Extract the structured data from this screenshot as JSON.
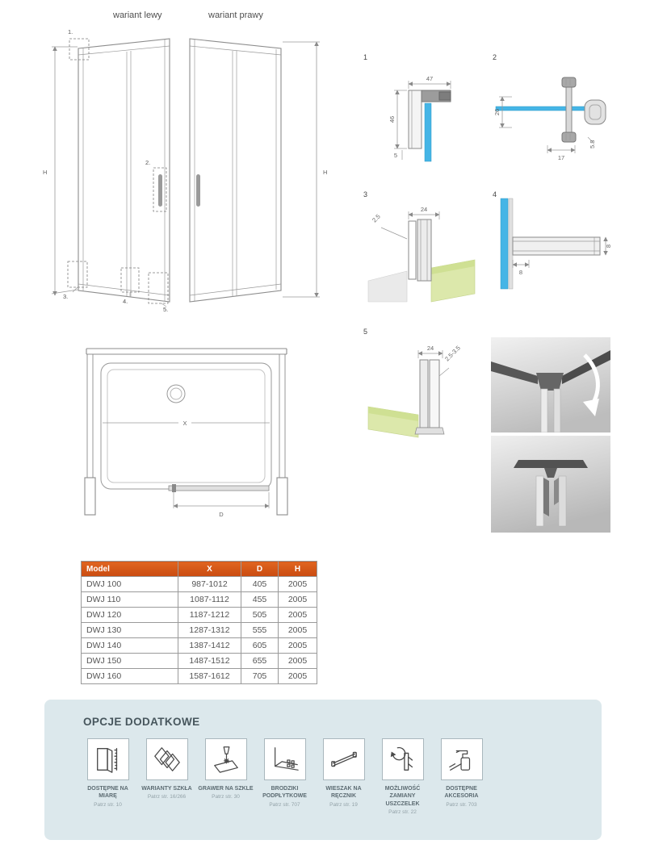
{
  "header": {
    "variant_left": "wariant lewy",
    "variant_right": "wariant prawy"
  },
  "elevation": {
    "h_label_left": "H",
    "h_label_right": "H",
    "callouts": [
      "1.",
      "2.",
      "3.",
      "4.",
      "5."
    ]
  },
  "details": {
    "d1": {
      "num": "1",
      "dim_width": "47",
      "dim_height": "46",
      "dim_gap": "5"
    },
    "d2": {
      "num": "2",
      "dim_height": "26",
      "dim_width": "17",
      "dim_depth": "5.8"
    },
    "d3": {
      "num": "3",
      "dim_gap": "2.5",
      "dim_width": "24"
    },
    "d4": {
      "num": "4",
      "dim_a": "8",
      "dim_b": "8"
    },
    "d5": {
      "num": "5",
      "dim_width": "24",
      "dim_range": "2.5-3.5"
    }
  },
  "top_view": {
    "x_label": "X",
    "d_label": "D"
  },
  "table": {
    "headers": [
      "Model",
      "X",
      "D",
      "H"
    ],
    "rows": [
      [
        "DWJ 100",
        "987-1012",
        "405",
        "2005"
      ],
      [
        "DWJ 110",
        "1087-1112",
        "455",
        "2005"
      ],
      [
        "DWJ 120",
        "1187-1212",
        "505",
        "2005"
      ],
      [
        "DWJ 130",
        "1287-1312",
        "555",
        "2005"
      ],
      [
        "DWJ 140",
        "1387-1412",
        "605",
        "2005"
      ],
      [
        "DWJ 150",
        "1487-1512",
        "655",
        "2005"
      ],
      [
        "DWJ 160",
        "1587-1612",
        "705",
        "2005"
      ]
    ]
  },
  "options": {
    "title": "OPCJE DODATKOWE",
    "items": [
      {
        "label": "DOSTĘPNE NA MIARĘ",
        "ref": "Patrz str. 10"
      },
      {
        "label": "WARIANTY SZKŁA",
        "ref": "Patrz str. 16/266"
      },
      {
        "label": "GRAWER NA SZKLE",
        "ref": "Patrz str. 30"
      },
      {
        "label": "BRODZIKI PODPŁYTKOWE",
        "ref": "Patrz str. 707"
      },
      {
        "label": "WIESZAK NA RĘCZNIK",
        "ref": "Patrz str. 19"
      },
      {
        "label": "MOŻLIWOŚĆ ZAMIANY USZCZELEK",
        "ref": "Patrz str. 22"
      },
      {
        "label": "DOSTĘPNE AKCESORIA",
        "ref": "Patrz str. 703"
      }
    ]
  },
  "colors": {
    "table_header_orange": "#d4551a",
    "glass_blue": "#45b5e6",
    "floor_green": "#dce8ab",
    "options_panel_bg": "#dce8ec"
  }
}
